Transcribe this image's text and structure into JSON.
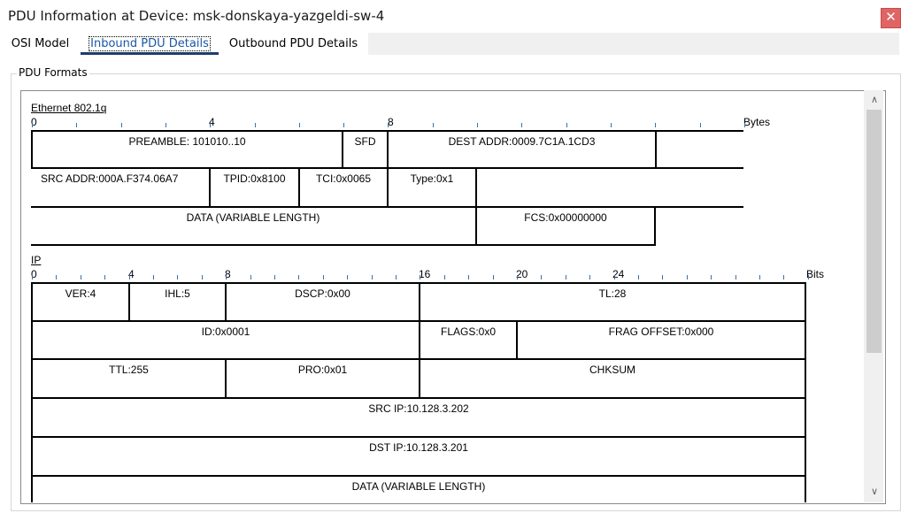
{
  "window": {
    "title": "PDU Information at Device: msk-donskaya-yazgeldi-sw-4",
    "close_label": "✕"
  },
  "tabs": [
    {
      "label": "OSI Model"
    },
    {
      "label": "Inbound PDU Details"
    },
    {
      "label": "Outbound PDU Details"
    }
  ],
  "group": {
    "label": "PDU Formats"
  },
  "ethernet": {
    "title": "Ethernet 802.1q",
    "ruler": {
      "n0": "0",
      "n4": "4",
      "n8": "8",
      "unit": "Bytes"
    },
    "fields": {
      "preamble": "PREAMBLE: 101010..10",
      "sfd": "SFD",
      "dest": "DEST ADDR:0009.7C1A.1CD3",
      "src": "SRC ADDR:000A.F374.06A7",
      "tpid": "TPID:0x8100",
      "tci": "TCI:0x0065",
      "type": "Type:0x1",
      "data": "DATA (VARIABLE LENGTH)",
      "fcs": "FCS:0x00000000"
    }
  },
  "ip": {
    "title": "IP",
    "ruler": {
      "n0": "0",
      "n4": "4",
      "n8": "8",
      "n16": "16",
      "n20": "20",
      "n24": "24",
      "unit": "Bits"
    },
    "fields": {
      "ver": "VER:4",
      "ihl": "IHL:5",
      "dscp": "DSCP:0x00",
      "tl": "TL:28",
      "id": "ID:0x0001",
      "flags": "FLAGS:0x0",
      "frag": "FRAG OFFSET:0x000",
      "ttl": "TTL:255",
      "pro": "PRO:0x01",
      "chksum": "CHKSUM",
      "src_ip": "SRC IP:10.128.3.202",
      "dst_ip": "DST IP:10.128.3.201",
      "data": "DATA (VARIABLE LENGTH)"
    }
  },
  "scrollbar": {
    "up_icon": "chevron-up-icon",
    "down_icon": "chevron-down-icon"
  }
}
